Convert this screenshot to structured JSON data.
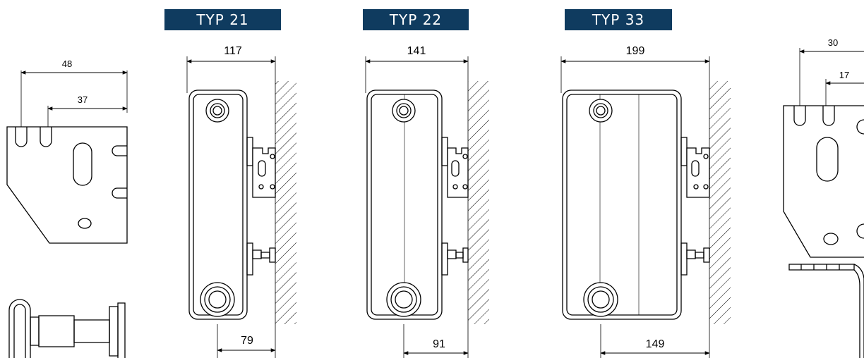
{
  "types": [
    {
      "label": "TYP 21",
      "width": "117",
      "depth": "79"
    },
    {
      "label": "TYP 22",
      "width": "141",
      "depth": "91"
    },
    {
      "label": "TYP 33",
      "width": "199",
      "depth": "149"
    }
  ],
  "left_bracket": {
    "dim_outer": "48",
    "dim_inner": "37"
  },
  "right_bracket": {
    "dim_outer": "30",
    "dim_inner": "17"
  },
  "colors": {
    "label_bg": "#0f3b5f",
    "label_text": "#ffffff",
    "line": "#000000",
    "fill": "#ffffff"
  }
}
